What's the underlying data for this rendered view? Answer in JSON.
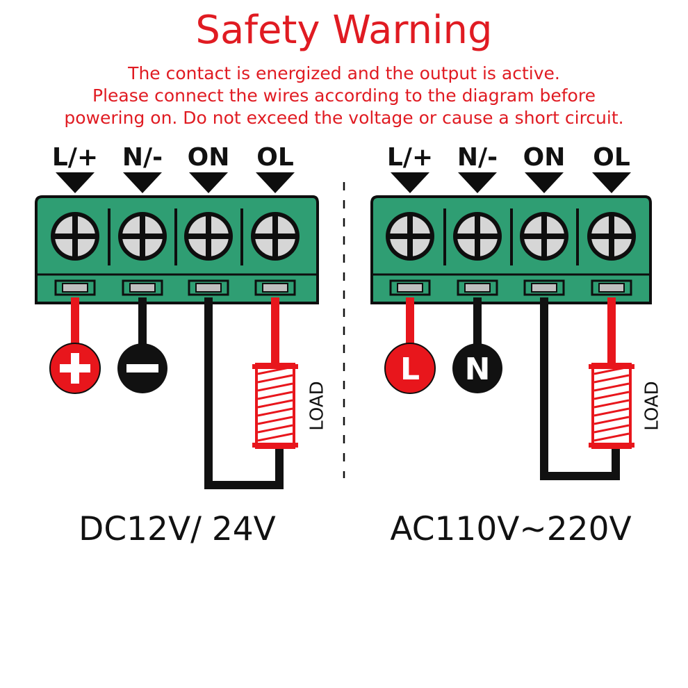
{
  "title": "Safety Warning",
  "messages": [
    "The contact is energized and the output is active.",
    "Please connect the wires according to the diagram before",
    "powering on. Do not exceed the voltage or cause a short circuit."
  ],
  "colors": {
    "warning": "#e01b22",
    "terminal_block": "#2f9e73",
    "wire_red": "#e8161c",
    "wire_black": "#111111"
  },
  "terminal_labels": [
    "L/+",
    "N/-",
    "ON",
    "OL"
  ],
  "load_label": "LOAD",
  "dc": {
    "voltage": "DC12V/ 24V",
    "pos_symbol": "+",
    "neg_symbol": "-",
    "pos_icon": "plus-icon",
    "neg_icon": "minus-icon"
  },
  "ac": {
    "voltage": "AC110V~220V",
    "line_symbol": "L",
    "neutral_symbol": "N"
  }
}
